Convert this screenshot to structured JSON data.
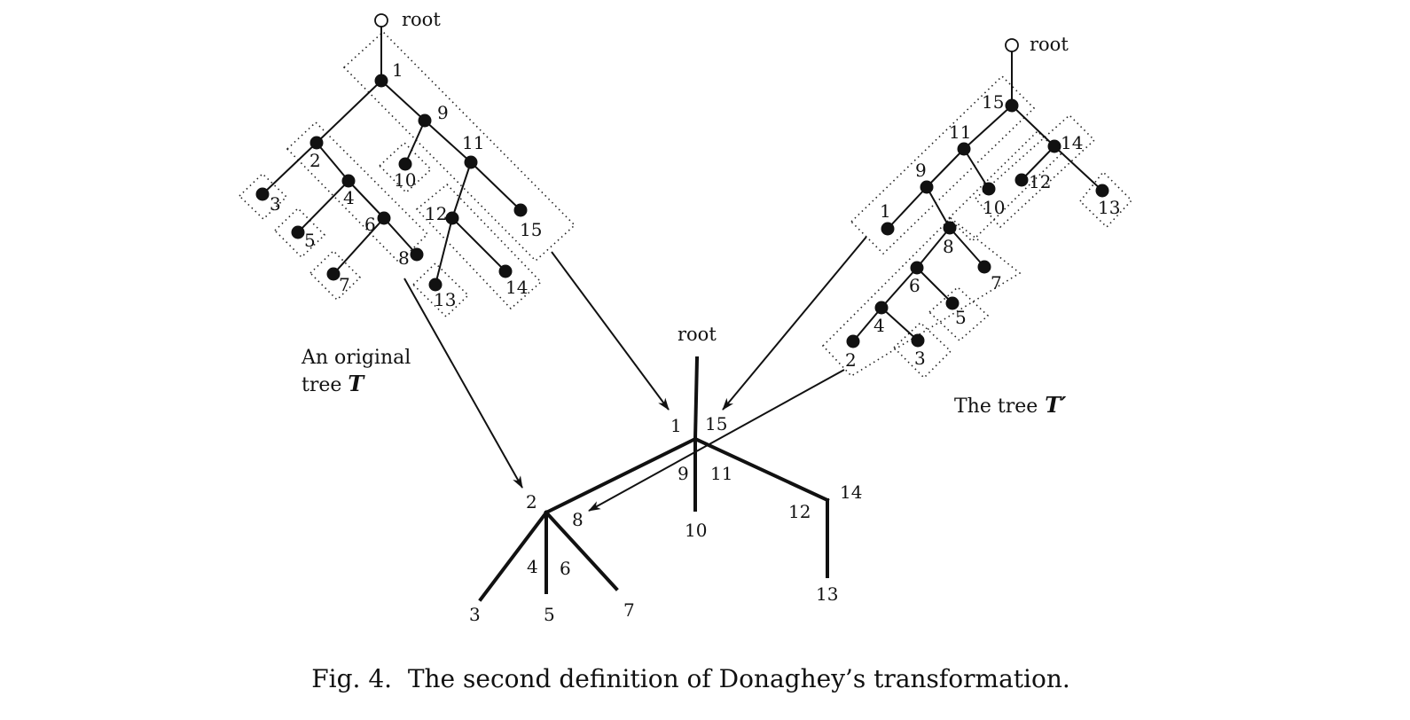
{
  "left_tree": {
    "root_label": "root",
    "node_labels": [
      "1",
      "9",
      "2",
      "10",
      "11",
      "3",
      "4",
      "12",
      "15",
      "5",
      "6",
      "8",
      "7",
      "13",
      "14"
    ],
    "caption_line1": "An original",
    "caption_line2_prefix": "tree",
    "caption_symbol": "T"
  },
  "right_tree": {
    "root_label": "root",
    "node_labels": [
      "15",
      "11",
      "14",
      "9",
      "12",
      "10",
      "13",
      "1",
      "8",
      "7",
      "6",
      "5",
      "4",
      "2",
      "3"
    ],
    "caption_prefix": "The tree",
    "caption_symbol": "T′"
  },
  "result_tree": {
    "root_label": "root",
    "labels": [
      "1",
      "15",
      "9",
      "11",
      "10",
      "14",
      "12",
      "13",
      "2",
      "8",
      "4",
      "6",
      "3",
      "5",
      "7"
    ]
  },
  "figure_caption": "Fig. 4.  The second definition of Donaghey’s transformation."
}
